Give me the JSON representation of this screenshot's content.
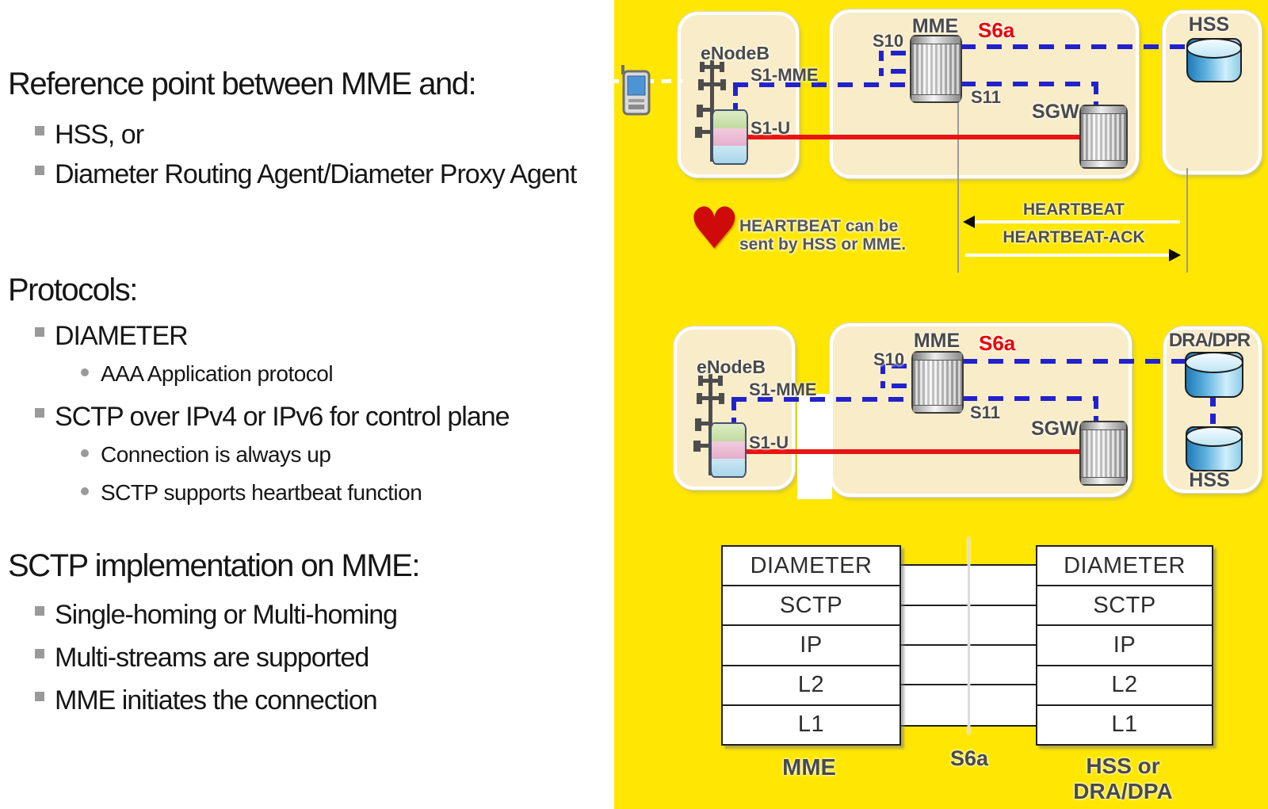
{
  "slide": {
    "left_panel": {
      "sections": [
        {
          "title": "Reference point between MME and:",
          "items": [
            {
              "text": "HSS, or"
            },
            {
              "text": "Diameter Routing Agent/Diameter Proxy Agent"
            }
          ]
        },
        {
          "title": "Protocols:",
          "items": [
            {
              "text": "DIAMETER"
            },
            {
              "text": "AAA Application protocol"
            },
            {
              "text": "SCTP over IPv4 or IPv6 for control plane"
            },
            {
              "text": "Connection is always up"
            },
            {
              "text": "SCTP supports heartbeat function"
            }
          ]
        },
        {
          "title": "SCTP implementation on MME:",
          "items": [
            {
              "text": "Single-homing or Multi-homing"
            },
            {
              "text": "Multi-streams are supported"
            },
            {
              "text": "MME initiates the connection"
            }
          ]
        }
      ]
    },
    "diagram_top": {
      "enodeb": "eNodeB",
      "s1_mme": "S1-MME",
      "s1_u": "S1-U",
      "s10": "S10",
      "mme": "MME",
      "s6a": "S6a",
      "s11": "S11",
      "sgw": "SGW",
      "hss": "HSS",
      "heart_glyph": "♥",
      "heartbeat_note_line1": "HEARTBEAT can be",
      "heartbeat_note_line2": "sent by HSS or MME.",
      "heartbeat_label": "HEARTBEAT",
      "heartbeat_ack_label": "HEARTBEAT-ACK"
    },
    "diagram_mid": {
      "enodeb": "eNodeB",
      "s1_mme": "S1-MME",
      "s1_u": "S1-U",
      "s10": "S10",
      "mme": "MME",
      "s6a": "S6a",
      "s11": "S11",
      "sgw": "SGW",
      "dra_dpr": "DRA/DPR",
      "hss": "HSS"
    },
    "protocol_stack": {
      "left_layers": [
        "DIAMETER",
        "SCTP",
        "IP",
        "L2",
        "L1"
      ],
      "right_layers": [
        "DIAMETER",
        "SCTP",
        "IP",
        "L2",
        "L1"
      ],
      "left_node": "MME",
      "interface": "S6a",
      "right_node_line1": "HSS or",
      "right_node_line2": "DRA/DPA"
    },
    "colors": {
      "panel_yellow": "#FFE703",
      "box_beige": "#F9ECC9",
      "line_blue": "#2222CC",
      "line_red": "#E81414",
      "s6a_red": "#E8000A",
      "label_gray": "#4A4A4A",
      "heart_red": "#CE0A0A"
    }
  }
}
